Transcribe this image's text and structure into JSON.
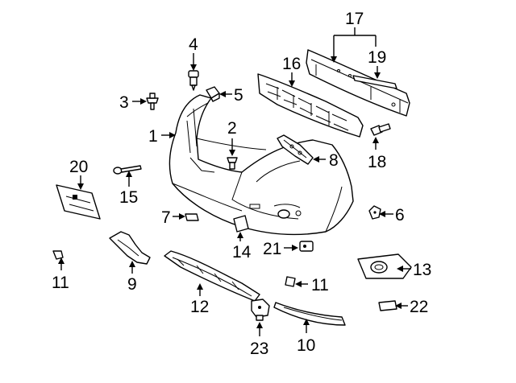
{
  "diagram": {
    "callouts": [
      {
        "id": "c1",
        "label": "1"
      },
      {
        "id": "c2",
        "label": "2"
      },
      {
        "id": "c3",
        "label": "3"
      },
      {
        "id": "c4",
        "label": "4"
      },
      {
        "id": "c5",
        "label": "5"
      },
      {
        "id": "c6",
        "label": "6"
      },
      {
        "id": "c7",
        "label": "7"
      },
      {
        "id": "c8",
        "label": "8"
      },
      {
        "id": "c9",
        "label": "9"
      },
      {
        "id": "c10",
        "label": "10"
      },
      {
        "id": "c11a",
        "label": "11"
      },
      {
        "id": "c11b",
        "label": "11"
      },
      {
        "id": "c12",
        "label": "12"
      },
      {
        "id": "c13",
        "label": "13"
      },
      {
        "id": "c14",
        "label": "14"
      },
      {
        "id": "c15",
        "label": "15"
      },
      {
        "id": "c16",
        "label": "16"
      },
      {
        "id": "c17",
        "label": "17"
      },
      {
        "id": "c18",
        "label": "18"
      },
      {
        "id": "c19",
        "label": "19"
      },
      {
        "id": "c20",
        "label": "20"
      },
      {
        "id": "c21",
        "label": "21"
      },
      {
        "id": "c22",
        "label": "22"
      },
      {
        "id": "c23",
        "label": "23"
      }
    ]
  }
}
